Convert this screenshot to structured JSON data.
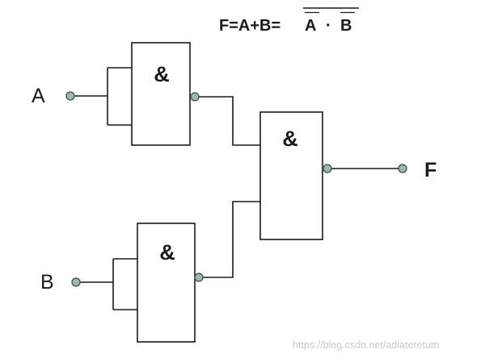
{
  "formula": {
    "prefix": "F=A+B=",
    "term_a": "A",
    "dot": "·",
    "term_b": "B"
  },
  "inputs": {
    "a": "A",
    "b": "B"
  },
  "output": {
    "f": "F"
  },
  "gates": {
    "top": "&",
    "right": "&",
    "bottom": "&"
  },
  "watermark": "https://blog.csdn.net/adiateretum"
}
